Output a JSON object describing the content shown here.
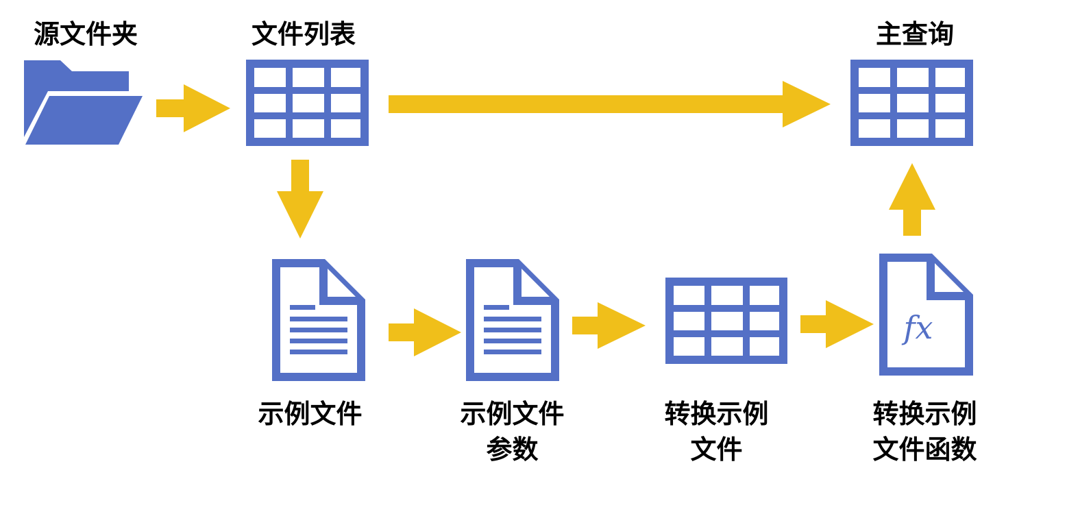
{
  "colors": {
    "icon": "#5470c6",
    "arrow": "#f0bf1a",
    "background": "#ffffff",
    "text": "#000000"
  },
  "nodes": {
    "source_folder": {
      "label": "源文件夹",
      "icon": "folder-icon"
    },
    "file_list": {
      "label": "文件列表",
      "icon": "table-icon"
    },
    "main_query": {
      "label": "主查询",
      "icon": "table-icon"
    },
    "sample_file": {
      "label": "示例文件",
      "icon": "document-icon"
    },
    "sample_file_param": {
      "label_line1": "示例文件",
      "label_line2": "参数",
      "icon": "document-icon"
    },
    "transform_sample_file": {
      "label_line1": "转换示例",
      "label_line2": "文件",
      "icon": "table-icon"
    },
    "transform_sample_file_func": {
      "label_line1": "转换示例",
      "label_line2": "文件函数",
      "icon": "function-document-icon",
      "glyph": "fx"
    }
  }
}
